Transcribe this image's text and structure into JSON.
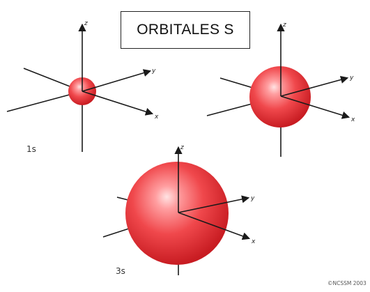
{
  "title": "ORBITALES S",
  "orbitals": [
    {
      "label": "1s",
      "axes": {
        "x": "x",
        "y": "y",
        "z": "z"
      }
    },
    {
      "label": "",
      "axes": {
        "x": "x",
        "y": "y",
        "z": "z"
      }
    },
    {
      "label": "3s",
      "axes": {
        "x": "x",
        "y": "y",
        "z": "z"
      }
    }
  ],
  "credit": "©NCSSM 2003",
  "colors": {
    "sphere_highlight": "#ffd6d6",
    "sphere_mid": "#f0484c",
    "sphere_edge": "#c81c22",
    "axis": "#1a1a1a"
  },
  "icons": {
    "axis_arrow": "arrow-head"
  }
}
